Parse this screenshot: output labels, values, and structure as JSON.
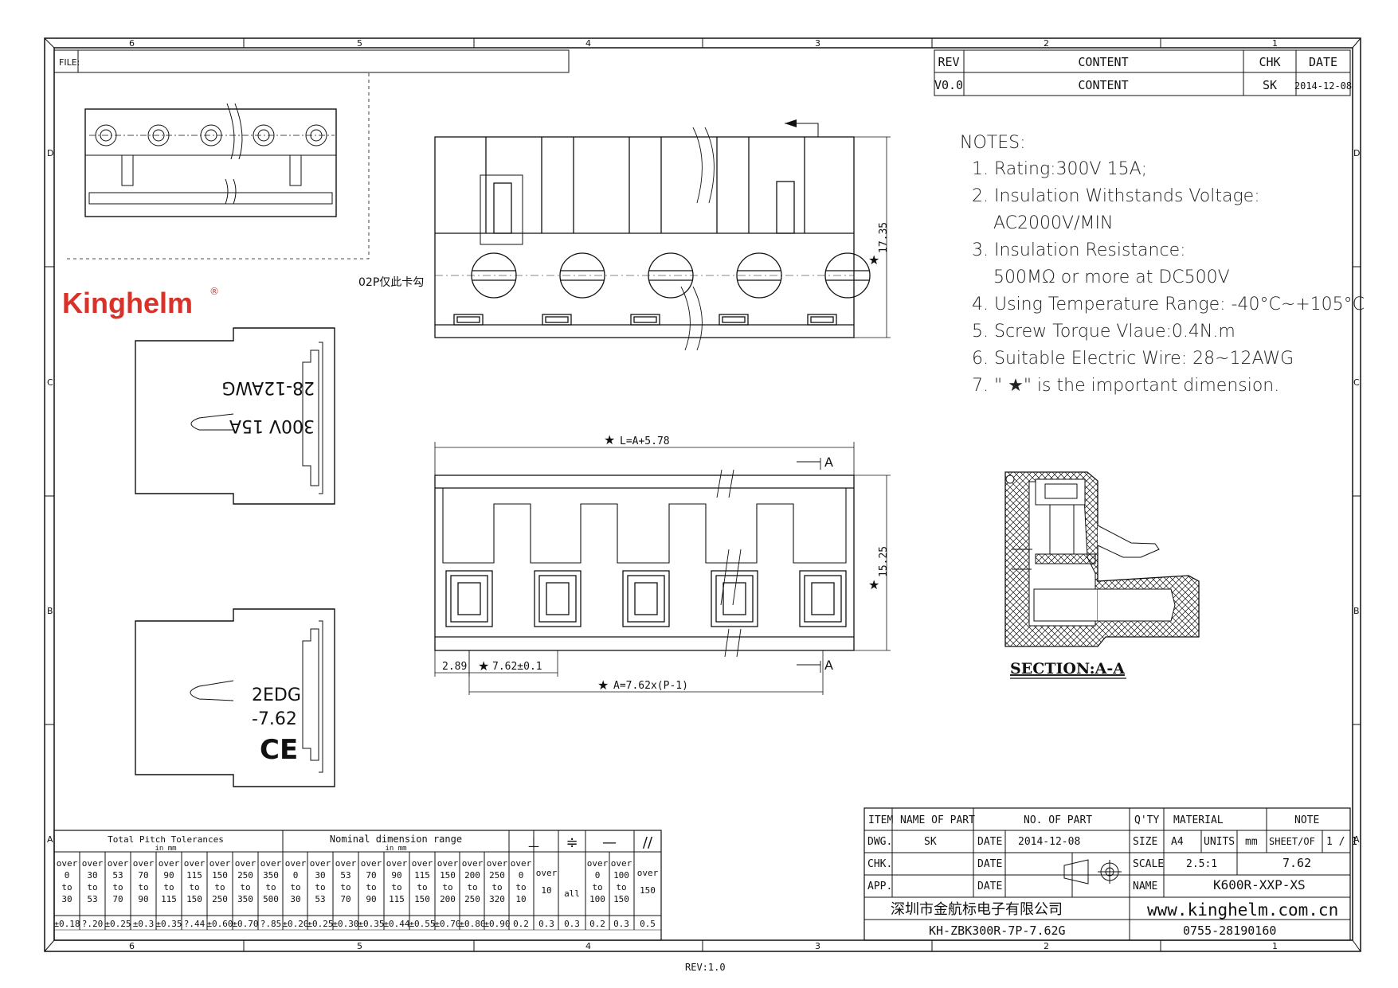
{
  "file_label": "FILE:",
  "grid": {
    "cols": [
      "6",
      "5",
      "4",
      "3",
      "2",
      "1"
    ],
    "rows": [
      "D",
      "C",
      "B",
      "A"
    ]
  },
  "rev_table": {
    "headers": [
      "REV",
      "CONTENT",
      "CHK",
      "DATE"
    ],
    "row": [
      "V0.0",
      "CONTENT",
      "SK",
      "2014-12-08"
    ]
  },
  "notes": {
    "title": "NOTES:",
    "items": [
      "1. Rating:300V 15A;",
      "2. Insulation Withstands Voltage:",
      "AC2000V/MIN",
      "3. Insulation Resistance:",
      "500MΩ or more at DC500V",
      "4. Using Temperature Range:  -40°C~+105°C",
      "5. Screw Torque Vlaue:0.4N.m",
      "6. Suitable Electric Wire: 28~12AWG",
      "7. \" ★\" is the important dimension."
    ]
  },
  "logo": "Kinghelm",
  "note_02p": "02P仅此卡勾",
  "side_label_1": [
    "28-12AWG",
    "300V 15A"
  ],
  "side_label_2": [
    "2EDG",
    "-7.62",
    "CE"
  ],
  "dims": {
    "height_top": "17.35",
    "height_front": "15.25",
    "length": "L=A+5.78",
    "offset": "2.89",
    "pitch": "7.62±0.1",
    "a_dim": "A=7.62x(P-1)",
    "section_mark": "A",
    "section_title": "SECTION:A-A",
    "star": "★"
  },
  "tolerance_table": {
    "title1": "Total Pitch Tolerances",
    "title1_unit": "in mm",
    "title2": "Nominal dimension range",
    "title2_unit": "in mm",
    "geo_symbols": [
      "⊥",
      "≑",
      "—",
      "//"
    ],
    "pitch_cols": [
      [
        "over",
        "0",
        "to",
        "30"
      ],
      [
        "over",
        "30",
        "to",
        "53"
      ],
      [
        "over",
        "53",
        "to",
        "70"
      ],
      [
        "over",
        "70",
        "to",
        "90"
      ],
      [
        "over",
        "90",
        "to",
        "115"
      ],
      [
        "over",
        "115",
        "to",
        "150"
      ],
      [
        "over",
        "150",
        "to",
        "250"
      ],
      [
        "over",
        "250",
        "to",
        "350"
      ],
      [
        "over",
        "350",
        "to",
        "500"
      ]
    ],
    "pitch_vals": [
      "±0.18",
      "?.20",
      "±0.25",
      "±0.3",
      "±0.35",
      "?.44",
      "±0.60",
      "±0.70",
      "?.85"
    ],
    "nominal_cols": [
      [
        "over",
        "0",
        "to",
        "30"
      ],
      [
        "over",
        "30",
        "to",
        "53"
      ],
      [
        "over",
        "53",
        "to",
        "70"
      ],
      [
        "over",
        "70",
        "to",
        "90"
      ],
      [
        "over",
        "90",
        "to",
        "115"
      ],
      [
        "over",
        "115",
        "to",
        "150"
      ],
      [
        "over",
        "150",
        "to",
        "200"
      ],
      [
        "over",
        "200",
        "to",
        "250"
      ],
      [
        "over",
        "250",
        "to",
        "320"
      ]
    ],
    "nominal_vals": [
      "±0.20",
      "±0.25",
      "±0.30",
      "±0.35",
      "±0.44",
      "±0.55",
      "±0.70",
      "±0.80",
      "±0.90"
    ],
    "geo_cols": [
      [
        "over",
        "0",
        "to",
        "10"
      ],
      [
        "over",
        "10"
      ],
      [
        "all"
      ],
      [
        "over",
        "0",
        "to",
        "100"
      ],
      [
        "over",
        "100",
        "to",
        "150"
      ],
      [
        "over",
        "150"
      ]
    ],
    "geo_vals": [
      "0.2",
      "0.3",
      "0.3",
      "0.2",
      "0.3",
      "0.5"
    ]
  },
  "title_block": {
    "item": "ITEM",
    "name_of_part": "NAME  OF  PART",
    "no_of_part": "NO. OF  PART",
    "qty": "Q'TY",
    "material": "MATERIAL",
    "note": "NOTE",
    "dwg": "DWG.",
    "dwg_by": "SK",
    "date_label": "DATE",
    "date": "2014-12-08",
    "size_label": "SIZE",
    "size": "A4",
    "units_label": "UNITS",
    "units": "mm",
    "sheet_label": "SHEET/OF",
    "sheet": "1 / 1",
    "chk": "CHK.",
    "app": "APP.",
    "scale_label": "SCALE",
    "scale": "2.5:1",
    "pitch": "7.62",
    "name_label": "NAME",
    "part_name": "K600R-XXP-XS",
    "company": "深圳市金航标电子有限公司",
    "website": "www.kinghelm.com.cn",
    "drawing_no": "KH-ZBK300R-7P-7.62G",
    "phone": "0755-28190160"
  },
  "footer_rev": "REV:1.0"
}
